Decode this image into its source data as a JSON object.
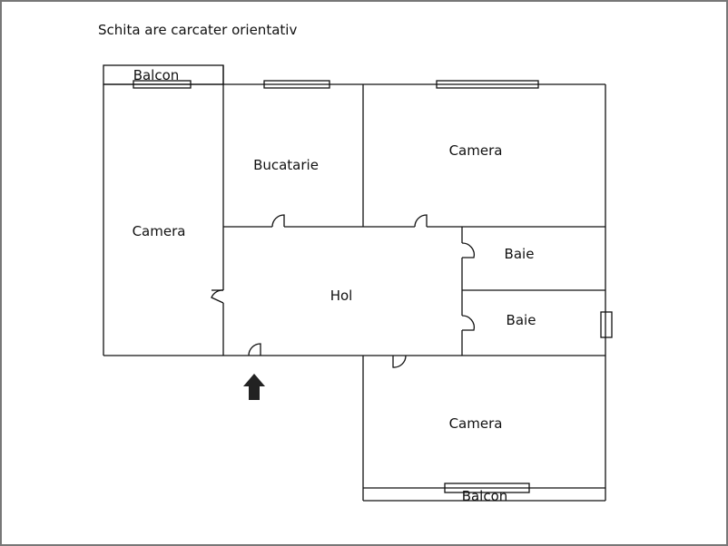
{
  "note": "Schita are carcater orientativ",
  "rooms": {
    "balcon_top": "Balcon",
    "camera_left": "Camera",
    "bucatarie": "Bucatarie",
    "camera_top_right": "Camera",
    "hol": "Hol",
    "baie_1": "Baie",
    "baie_2": "Baie",
    "camera_bottom": "Camera",
    "balcon_bottom": "Balcon"
  },
  "icons": {
    "entrance": "arrow-up"
  },
  "colors": {
    "wall": "#111111",
    "frame": "#777777",
    "arrow": "#222222"
  }
}
